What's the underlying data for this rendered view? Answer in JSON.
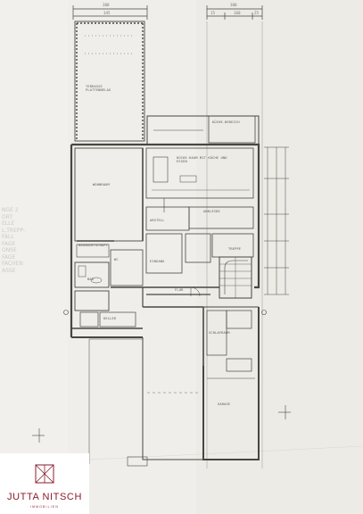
{
  "document": {
    "type": "architectural floor plan",
    "paper_color": "#efeeea",
    "line_color": "#4a4640",
    "dimensions_top": [
      "380",
      "345",
      "300",
      "15",
      "160",
      "25"
    ],
    "room_labels": {
      "terrace": "TERRASSE PLATTENBELAG",
      "kitchen_eat": "KÜCHE-BEREICH",
      "kitchen_dining": "KÜCHE-RAUM MIT KÜCHE UND ESSEN",
      "living": "WOHNRAUM",
      "dressing": "ANKLEIDE",
      "bath": "BAD",
      "hall": "FLUR",
      "stairs": "TREPPE",
      "entry": "EINGANG",
      "garage": "GARAGE",
      "storage": "ABSTELL",
      "wc": "WC",
      "utility": "HAUSWIRTSCHAFT",
      "sleeping": "SCHLAFRAUM",
      "cellar": "KELLER"
    },
    "faint_side_notes": [
      "NGE 2",
      "ORT",
      "ELLE",
      "L,TREPP-",
      "FALL",
      "FAGE",
      "ONSE",
      "FAGE",
      "FACHEN",
      "ASSE"
    ]
  },
  "branding": {
    "name": "JUTTA NITSCH",
    "subtitle": "IMMOBILIEN",
    "color": "#8b1d2c"
  }
}
